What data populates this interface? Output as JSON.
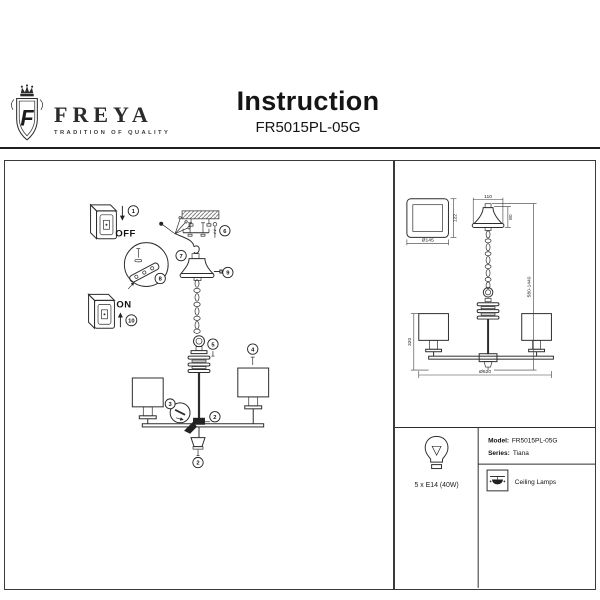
{
  "header": {
    "brand_monogram": "F",
    "brand_name": "FREYA",
    "brand_tagline": "TRADITION OF QUALITY",
    "title": "Instruction",
    "model": "FR5015PL-05G"
  },
  "assembly": {
    "off_label": "OFF",
    "on_label": "ON",
    "steps": {
      "power_off": "1",
      "center_joint": "2",
      "arm_detail": "3",
      "shade_fix": "4",
      "hanger_loop": "5",
      "ceiling_bracket": "6",
      "wiring": "7",
      "mount_plate": "8",
      "canopy_screw": "9",
      "power_on": "10",
      "bottom_finial": "2"
    }
  },
  "dimensions": {
    "canopy_width": "110",
    "canopy_height": "80",
    "backplate_diameter": "Ø145",
    "backplate_height": "122",
    "suspension_height": "580-1440",
    "body_height": "320",
    "fixture_diameter": "Ø620"
  },
  "specs": {
    "bulbs": "5 x E14 (40W)",
    "model_label": "Model:",
    "model_value": "FR5015PL-05G",
    "series_label": "Series:",
    "series_value": "Tiana",
    "category": "Ceiling Lamps"
  },
  "colors": {
    "line": "#2d2d2d",
    "text": "#1a1a1a"
  }
}
